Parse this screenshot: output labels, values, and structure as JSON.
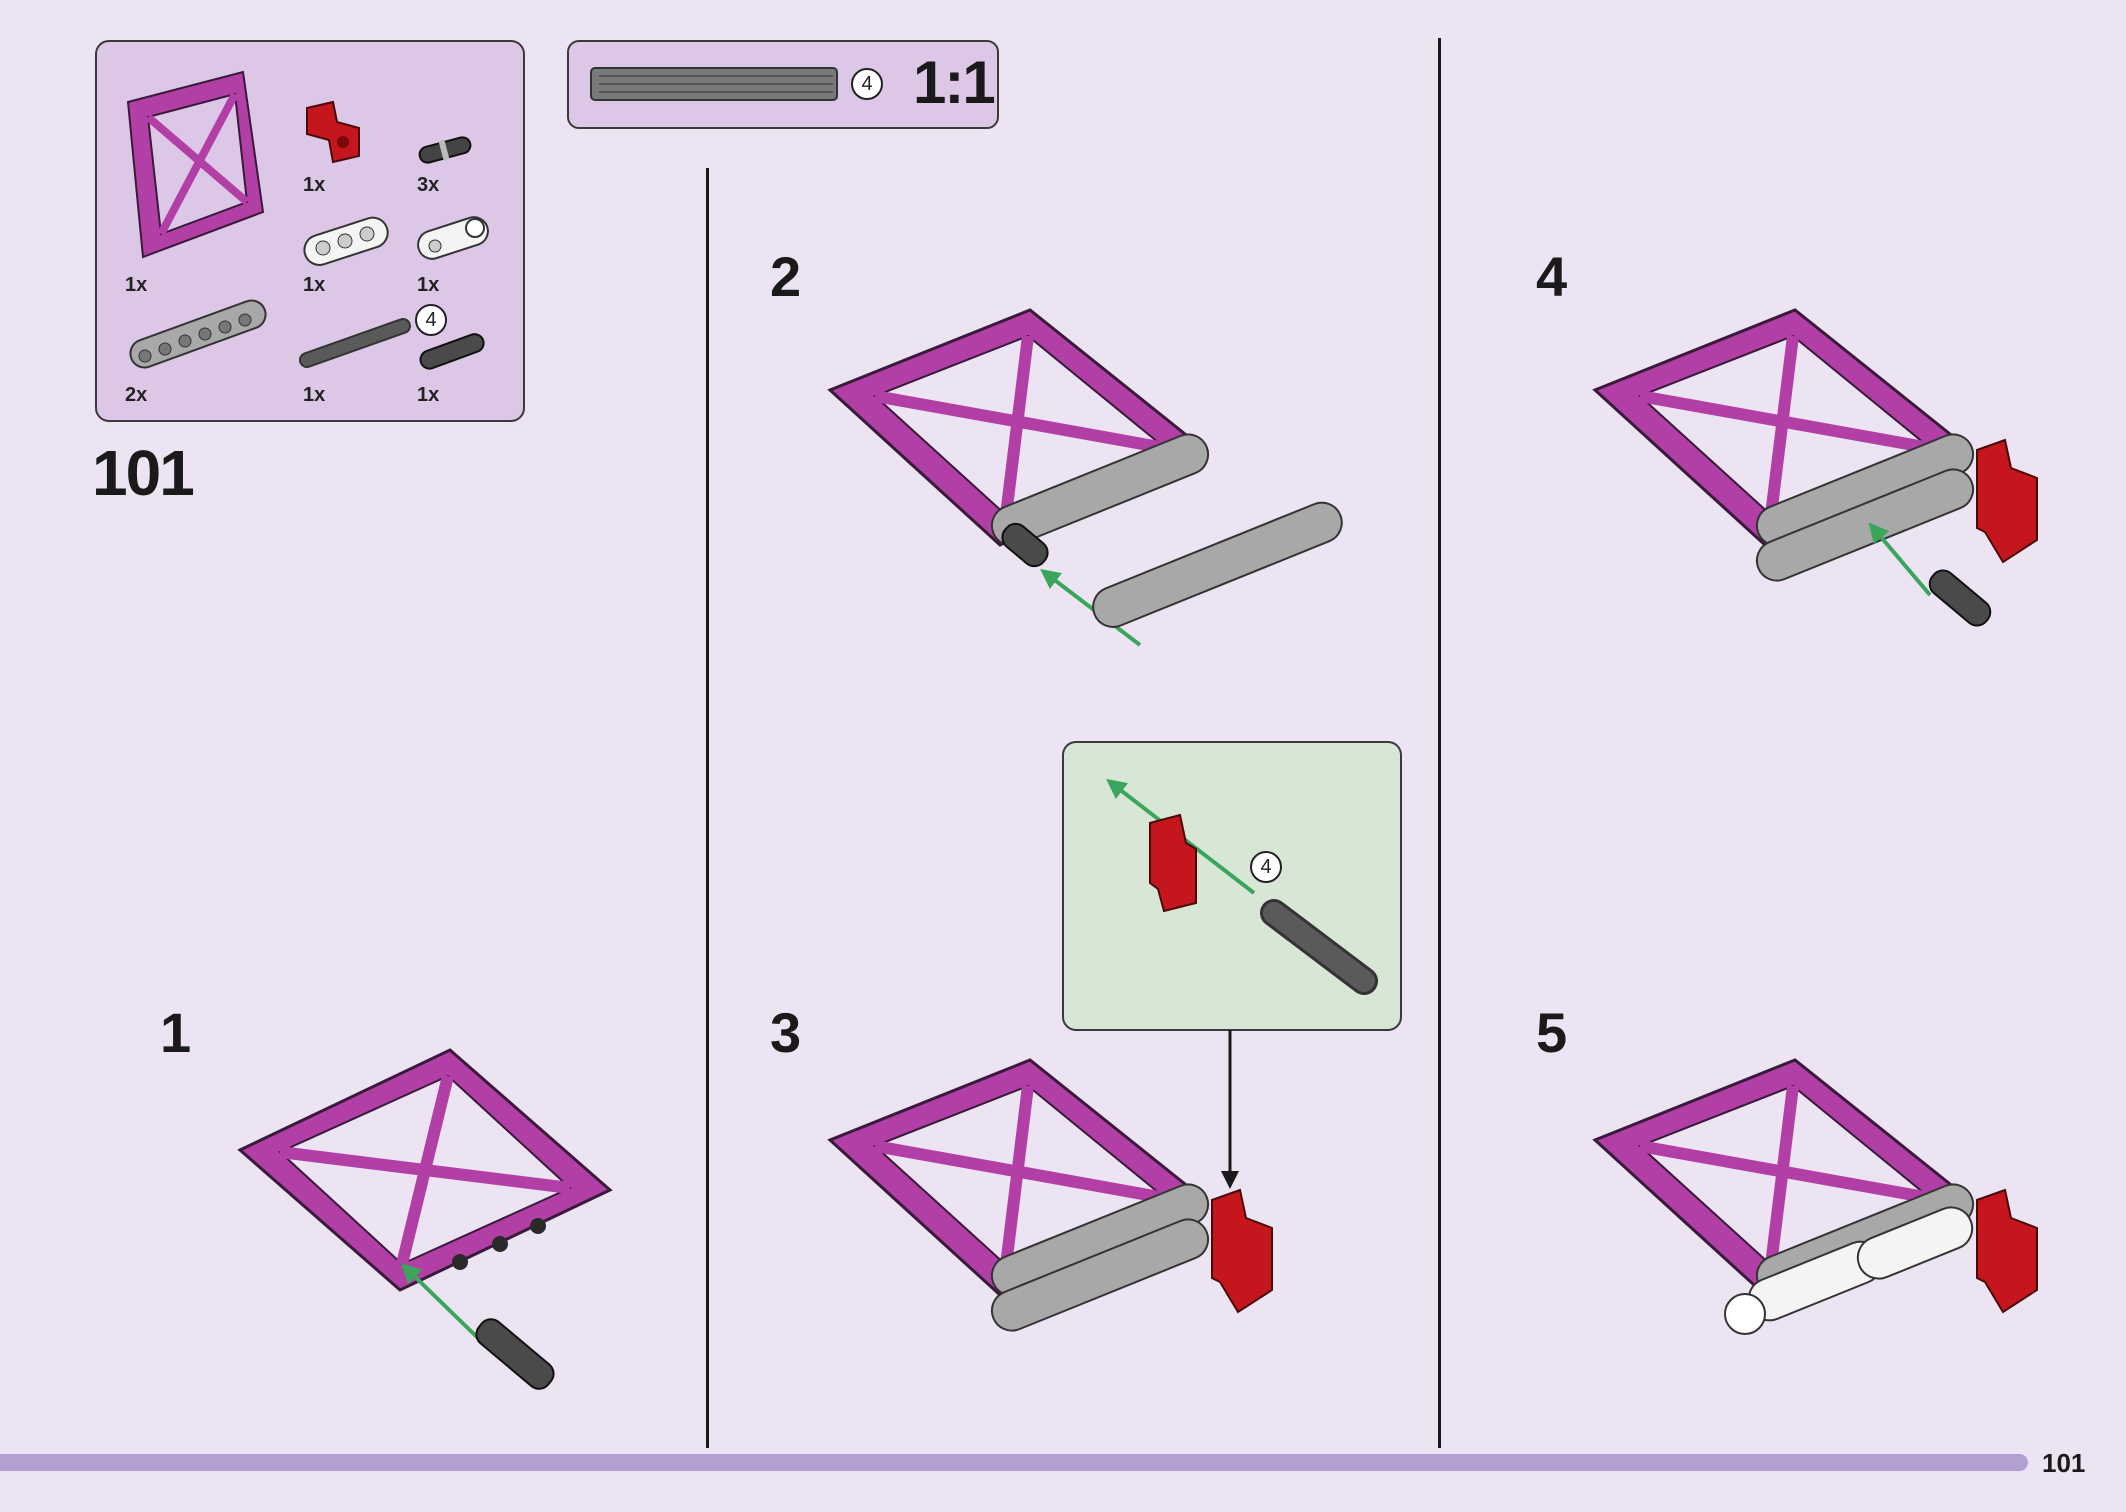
{
  "parts_list": {
    "items": [
      {
        "name": "frame",
        "qty": "1x"
      },
      {
        "name": "red-clip",
        "qty": "1x"
      },
      {
        "name": "black-pin",
        "qty": "3x"
      },
      {
        "name": "white-beam-3",
        "qty": "1x"
      },
      {
        "name": "white-connector",
        "qty": "1x"
      },
      {
        "name": "gray-beam-7",
        "qty": "2x"
      },
      {
        "name": "axle",
        "qty": "1x",
        "length": "4"
      },
      {
        "name": "pin-axle",
        "qty": "1x"
      }
    ]
  },
  "scale_box": {
    "length": "4",
    "scale": "1:1"
  },
  "group_number": "101",
  "steps": [
    {
      "number": "1"
    },
    {
      "number": "2"
    },
    {
      "number": "3"
    },
    {
      "number": "4"
    },
    {
      "number": "5"
    }
  ],
  "callout": {
    "axle_length": "4"
  },
  "page_number": "101",
  "colors": {
    "background": "#ece4f2",
    "panel": "#dcc8e6",
    "frame": "#b13fa6",
    "beam": "#9e9e9e",
    "clip": "#c4161c",
    "arrow": "#3aa65c",
    "callout_bg": "#d8e6d6",
    "footer": "#b39fd0"
  }
}
